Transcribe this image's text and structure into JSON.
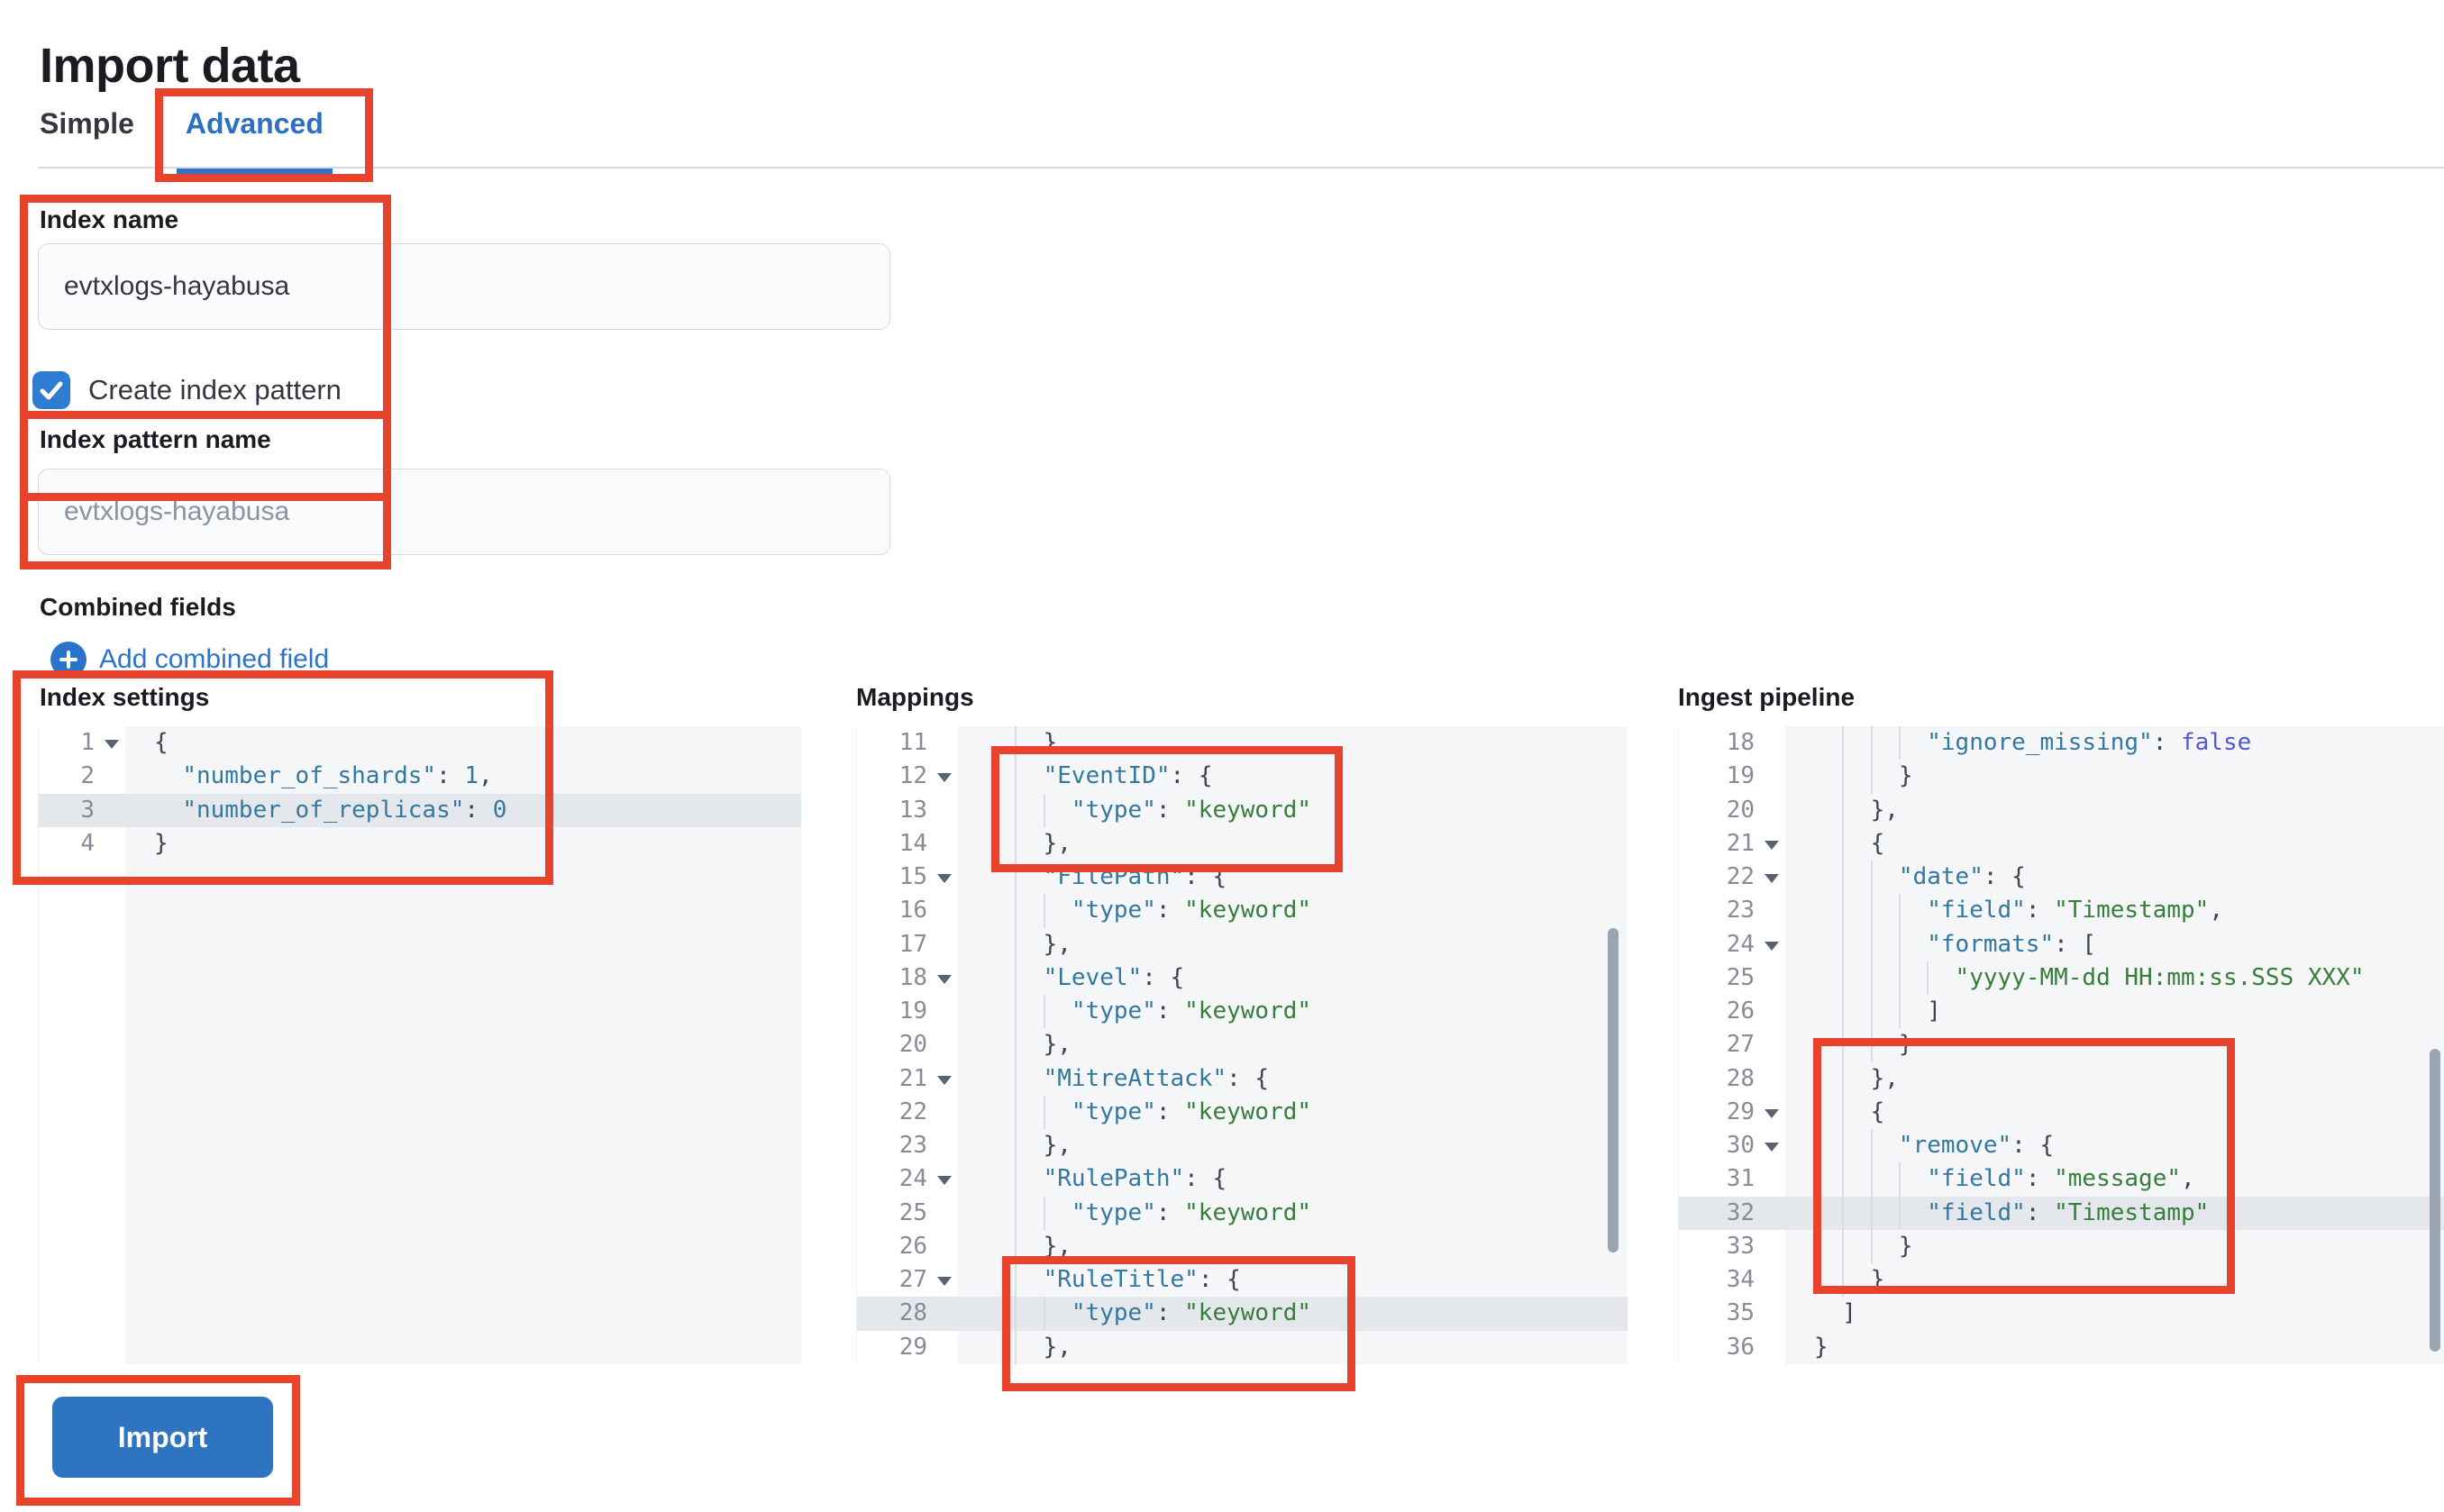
{
  "page": {
    "title": "Import data"
  },
  "tabs": {
    "items": [
      {
        "id": "simple",
        "label": "Simple",
        "active": false
      },
      {
        "id": "advanced",
        "label": "Advanced",
        "active": true
      }
    ]
  },
  "form": {
    "index_name": {
      "label": "Index name",
      "value": "evtxlogs-hayabusa"
    },
    "create_index_pattern": {
      "label": "Create index pattern",
      "checked": true
    },
    "index_pattern_name": {
      "label": "Index pattern name",
      "value": "",
      "placeholder": "evtxlogs-hayabusa"
    },
    "combined_fields": {
      "label": "Combined fields",
      "add_button_label": "Add combined field"
    }
  },
  "actions": {
    "import_label": "Import"
  },
  "icons": [
    "plus-icon",
    "checkmark-icon",
    "fold-arrow-icon"
  ],
  "colors": {
    "annotation_red": "#e8432c",
    "tab_active_blue": "#2b70c2",
    "link_blue": "#2c73cc",
    "checkbox_blue": "#2f7cd3",
    "button_blue": "#2e74c0",
    "code_key": "#35789f",
    "code_string": "#377d3c",
    "code_constant": "#5257d2",
    "editor_background": "#f5f6f8",
    "highlight_row": "#e4e8ec"
  },
  "editors": {
    "index_settings": {
      "label": "Index settings",
      "highlight_line": 3,
      "lines": [
        {
          "n": 1,
          "fold": true,
          "t": [
            [
              "p",
              "{"
            ]
          ]
        },
        {
          "n": 2,
          "t": [
            [
              "p",
              "  "
            ],
            [
              "k",
              "\"number_of_shards\""
            ],
            [
              "p",
              ": "
            ],
            [
              "num",
              "1"
            ],
            [
              "p",
              ","
            ]
          ]
        },
        {
          "n": 3,
          "hl": true,
          "t": [
            [
              "p",
              "  "
            ],
            [
              "k",
              "\"number_of_replicas\""
            ],
            [
              "p",
              ": "
            ],
            [
              "num",
              "0"
            ]
          ]
        },
        {
          "n": 4,
          "t": [
            [
              "p",
              "}"
            ]
          ]
        }
      ]
    },
    "mappings": {
      "label": "Mappings",
      "highlight_line": 28,
      "lines": [
        {
          "n": 11,
          "t": [
            [
              "p",
              "    },"
            ]
          ]
        },
        {
          "n": 12,
          "fold": true,
          "t": [
            [
              "p",
              "    "
            ],
            [
              "k",
              "\"EventID\""
            ],
            [
              "p",
              ": {"
            ]
          ]
        },
        {
          "n": 13,
          "t": [
            [
              "p",
              "      "
            ],
            [
              "k",
              "\"type\""
            ],
            [
              "p",
              ": "
            ],
            [
              "s",
              "\"keyword\""
            ]
          ]
        },
        {
          "n": 14,
          "t": [
            [
              "p",
              "    },"
            ]
          ]
        },
        {
          "n": 15,
          "fold": true,
          "t": [
            [
              "p",
              "    "
            ],
            [
              "k",
              "\"FilePath\""
            ],
            [
              "p",
              ": {"
            ]
          ]
        },
        {
          "n": 16,
          "t": [
            [
              "p",
              "      "
            ],
            [
              "k",
              "\"type\""
            ],
            [
              "p",
              ": "
            ],
            [
              "s",
              "\"keyword\""
            ]
          ]
        },
        {
          "n": 17,
          "t": [
            [
              "p",
              "    },"
            ]
          ]
        },
        {
          "n": 18,
          "fold": true,
          "t": [
            [
              "p",
              "    "
            ],
            [
              "k",
              "\"Level\""
            ],
            [
              "p",
              ": {"
            ]
          ]
        },
        {
          "n": 19,
          "t": [
            [
              "p",
              "      "
            ],
            [
              "k",
              "\"type\""
            ],
            [
              "p",
              ": "
            ],
            [
              "s",
              "\"keyword\""
            ]
          ]
        },
        {
          "n": 20,
          "t": [
            [
              "p",
              "    },"
            ]
          ]
        },
        {
          "n": 21,
          "fold": true,
          "t": [
            [
              "p",
              "    "
            ],
            [
              "k",
              "\"MitreAttack\""
            ],
            [
              "p",
              ": {"
            ]
          ]
        },
        {
          "n": 22,
          "t": [
            [
              "p",
              "      "
            ],
            [
              "k",
              "\"type\""
            ],
            [
              "p",
              ": "
            ],
            [
              "s",
              "\"keyword\""
            ]
          ]
        },
        {
          "n": 23,
          "t": [
            [
              "p",
              "    },"
            ]
          ]
        },
        {
          "n": 24,
          "fold": true,
          "t": [
            [
              "p",
              "    "
            ],
            [
              "k",
              "\"RulePath\""
            ],
            [
              "p",
              ": {"
            ]
          ]
        },
        {
          "n": 25,
          "t": [
            [
              "p",
              "      "
            ],
            [
              "k",
              "\"type\""
            ],
            [
              "p",
              ": "
            ],
            [
              "s",
              "\"keyword\""
            ]
          ]
        },
        {
          "n": 26,
          "t": [
            [
              "p",
              "    },"
            ]
          ]
        },
        {
          "n": 27,
          "fold": true,
          "t": [
            [
              "p",
              "    "
            ],
            [
              "k",
              "\"RuleTitle\""
            ],
            [
              "p",
              ": {"
            ]
          ]
        },
        {
          "n": 28,
          "hl": true,
          "t": [
            [
              "p",
              "      "
            ],
            [
              "k",
              "\"type\""
            ],
            [
              "p",
              ": "
            ],
            [
              "s",
              "\"keyword\""
            ]
          ]
        },
        {
          "n": 29,
          "t": [
            [
              "p",
              "    },"
            ]
          ]
        }
      ]
    },
    "ingest_pipeline": {
      "label": "Ingest pipeline",
      "highlight_line": 32,
      "lines": [
        {
          "n": 18,
          "t": [
            [
              "p",
              "        "
            ],
            [
              "k",
              "\"ignore_missing\""
            ],
            [
              "p",
              ": "
            ],
            [
              "c",
              "false"
            ]
          ]
        },
        {
          "n": 19,
          "t": [
            [
              "p",
              "      }"
            ]
          ]
        },
        {
          "n": 20,
          "t": [
            [
              "p",
              "    },"
            ]
          ]
        },
        {
          "n": 21,
          "fold": true,
          "t": [
            [
              "p",
              "    {"
            ]
          ]
        },
        {
          "n": 22,
          "fold": true,
          "t": [
            [
              "p",
              "      "
            ],
            [
              "k",
              "\"date\""
            ],
            [
              "p",
              ": {"
            ]
          ]
        },
        {
          "n": 23,
          "t": [
            [
              "p",
              "        "
            ],
            [
              "k",
              "\"field\""
            ],
            [
              "p",
              ": "
            ],
            [
              "s",
              "\"Timestamp\""
            ],
            [
              "p",
              ","
            ]
          ]
        },
        {
          "n": 24,
          "fold": true,
          "t": [
            [
              "p",
              "        "
            ],
            [
              "k",
              "\"formats\""
            ],
            [
              "p",
              ": ["
            ]
          ]
        },
        {
          "n": 25,
          "t": [
            [
              "p",
              "          "
            ],
            [
              "s",
              "\"yyyy-MM-dd HH:mm:ss.SSS XXX\""
            ]
          ]
        },
        {
          "n": 26,
          "t": [
            [
              "p",
              "        ]"
            ]
          ]
        },
        {
          "n": 27,
          "t": [
            [
              "p",
              "      }"
            ]
          ]
        },
        {
          "n": 28,
          "t": [
            [
              "p",
              "    },"
            ]
          ]
        },
        {
          "n": 29,
          "fold": true,
          "t": [
            [
              "p",
              "    {"
            ]
          ]
        },
        {
          "n": 30,
          "fold": true,
          "t": [
            [
              "p",
              "      "
            ],
            [
              "k",
              "\"remove\""
            ],
            [
              "p",
              ": {"
            ]
          ]
        },
        {
          "n": 31,
          "t": [
            [
              "p",
              "        "
            ],
            [
              "k",
              "\"field\""
            ],
            [
              "p",
              ": "
            ],
            [
              "s",
              "\"message\""
            ],
            [
              "p",
              ","
            ]
          ]
        },
        {
          "n": 32,
          "hl": true,
          "t": [
            [
              "p",
              "        "
            ],
            [
              "k",
              "\"field\""
            ],
            [
              "p",
              ": "
            ],
            [
              "s",
              "\"Timestamp\""
            ]
          ]
        },
        {
          "n": 33,
          "t": [
            [
              "p",
              "      }"
            ]
          ]
        },
        {
          "n": 34,
          "t": [
            [
              "p",
              "    }"
            ]
          ]
        },
        {
          "n": 35,
          "t": [
            [
              "p",
              "  ]"
            ]
          ]
        },
        {
          "n": 36,
          "t": [
            [
              "p",
              "}"
            ]
          ]
        }
      ]
    }
  }
}
